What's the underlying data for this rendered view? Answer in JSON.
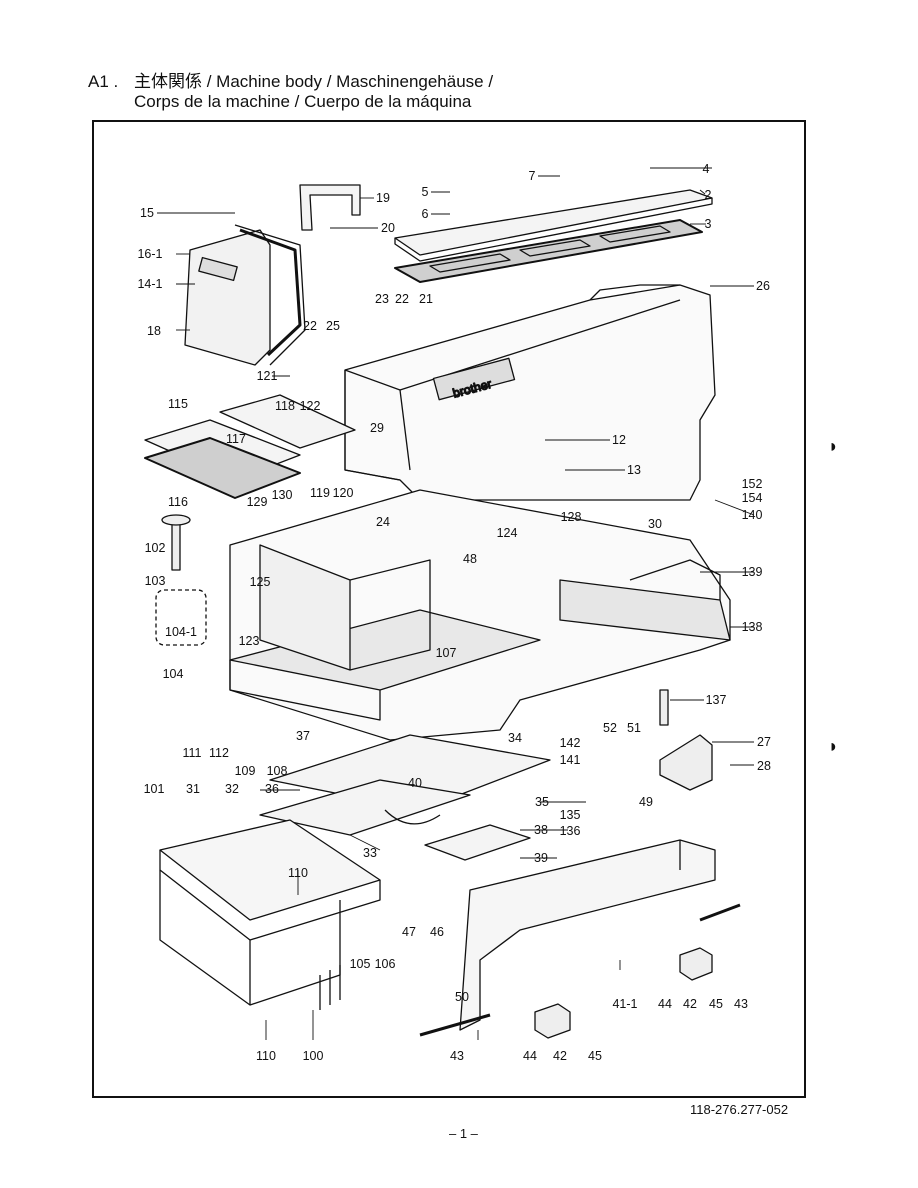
{
  "header": {
    "section": "A1 .",
    "title_line1": "主体関係 / Machine body / Maschinengehäuse /",
    "title_line2": "Corps de la machine / Cuerpo de la máquina"
  },
  "brand_text": "brother",
  "callouts": [
    "7",
    "4",
    "2",
    "5",
    "6",
    "3",
    "19",
    "15",
    "20",
    "16-1",
    "14-1",
    "26",
    "23",
    "22",
    "21",
    "18",
    "22",
    "25",
    "121",
    "115",
    "118",
    "122",
    "29",
    "12",
    "117",
    "13",
    "152",
    "154",
    "140",
    "119",
    "120",
    "116",
    "129",
    "130",
    "24",
    "128",
    "30",
    "102",
    "124",
    "48",
    "103",
    "125",
    "139",
    "104-1",
    "123",
    "138",
    "104",
    "107",
    "137",
    "52",
    "51",
    "111",
    "112",
    "37",
    "34",
    "142",
    "27",
    "109",
    "108",
    "141",
    "28",
    "101",
    "31",
    "32",
    "36",
    "40",
    "35",
    "49",
    "135",
    "136",
    "38",
    "33",
    "39",
    "110",
    "47",
    "46",
    "105",
    "106",
    "50",
    "44",
    "42",
    "45",
    "43",
    "41-1",
    "43",
    "44",
    "42",
    "45",
    "110",
    "100"
  ],
  "footer": {
    "ref": "118-276.277-052",
    "page": "– 1 –"
  }
}
